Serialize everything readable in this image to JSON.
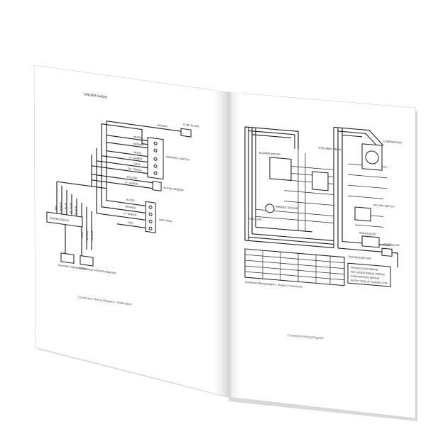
{
  "left_page": {
    "header": "UNDER DASH",
    "wires_right": [
      "BROWN",
      "WHITE",
      "BROWN",
      "WHITE",
      "LT. GREEN",
      "GRAY",
      "DK. GREEN",
      "YELLOW",
      "LT. GREEN",
      "BLACK",
      "ORANGE",
      "LT. GREEN",
      "TAN"
    ],
    "components": {
      "fuse_block": "FUSE BLOCK",
      "control_switch": "CONTROL SWITCH",
      "in_car_sensor": "IN-CAR SENSOR",
      "amplifier": "AMPLIFIER",
      "power_servo": "POWER SERVO",
      "master_thermister": "MASTER THERMISTER",
      "feedback_potentiometer": "FEEDBACK POTENTIOMETER"
    },
    "wires_vertical_a": [
      "TAN",
      "ORANGE",
      "LT. BLUE",
      "DK. BLUE",
      "BLACK"
    ],
    "wires_vertical_b": [
      "GRAY",
      "BROWN",
      "YELLOW"
    ],
    "caption": "Comfortron Wiring Diagram - Underdash"
  },
  "right_page": {
    "labels": {
      "hi_blower": "HI BLOWER RELAY",
      "blower_motor": "BLOWER MOTOR",
      "vacuum_switch": "VACUUM SWITCH",
      "transducer": "TRANSDUCER",
      "compressor": "COMPRESSOR",
      "transducer_aim": "TRANSDUCER AIM",
      "fuel_line": "FUEL LINE",
      "ambient": "AMBIENT SENSOR",
      "outside_air": "OUTSIDE AIR"
    },
    "title_line": "Comfortron Wiring Diagram - Engine Compartment",
    "caption": "Comfortron Wiring Diagram",
    "legend": [
      "PRODUCTION WIRING",
      "AIR CONDITIONING WIRING",
      "COMFORTRON WIRING",
      "ENTRY SIDE OF CONNECTOR"
    ]
  }
}
